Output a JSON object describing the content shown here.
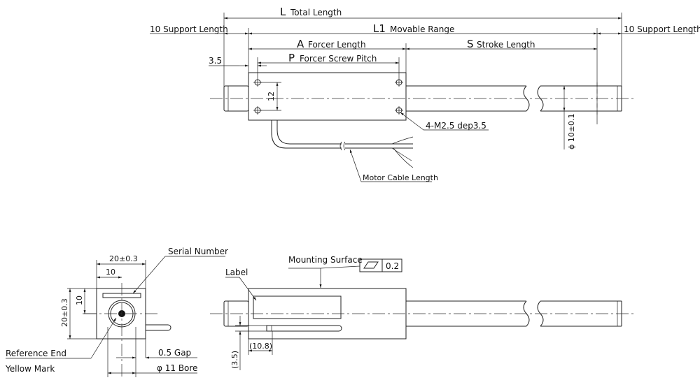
{
  "top_view": {
    "total_length": {
      "letter": "L",
      "text": "Total Length"
    },
    "support_length_left": "10 Support Length",
    "movable_range": {
      "letter": "L1",
      "text": "Movable Range"
    },
    "support_length_right": "10 Support Length",
    "forcer_length": {
      "letter": "A",
      "text": "Forcer Length"
    },
    "stroke_length": {
      "letter": "S",
      "text": "Stroke Length"
    },
    "offset": "3.5",
    "screw_pitch": {
      "letter": "P",
      "text": "Forcer Screw Pitch"
    },
    "hole_spacing": "12",
    "tap_note": "4-M2.5 dep3.5",
    "shaft_dia": "ϕ 10±0.1",
    "cable_note": "Motor Cable Length"
  },
  "end_view": {
    "width_dim": "20±0.3",
    "half_width_dim": "10",
    "height_dim": "20±0.3",
    "half_height_dim": "10",
    "serial_number": "Serial Number",
    "reference_end": "Reference End",
    "yellow_mark": "Yellow Mark",
    "gap": "0.5 Gap",
    "bore": "φ 11 Bore"
  },
  "side_view": {
    "label": "Label",
    "mounting_surface": "Mounting Surface",
    "flatness_value": "0.2",
    "dim_10_8": "(10.8)",
    "dim_3_5": "(3.5)"
  }
}
